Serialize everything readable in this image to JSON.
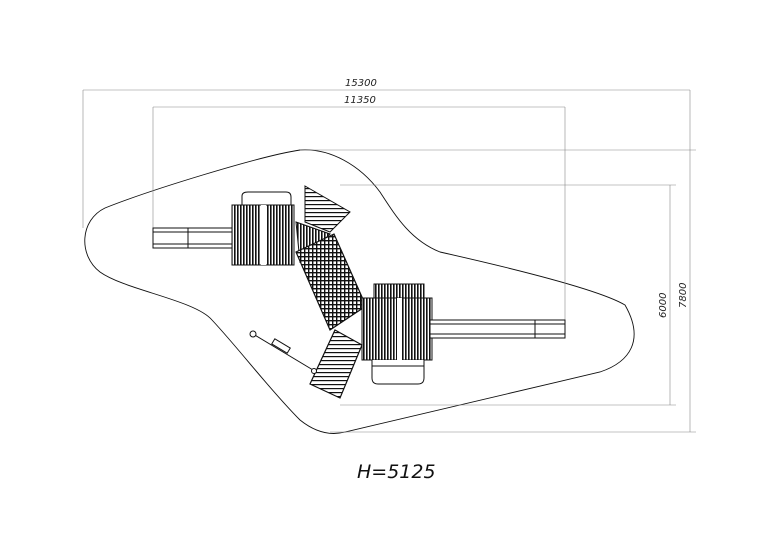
{
  "drawing": {
    "dimensions": {
      "overall_length": "15300",
      "structure_length": "11350",
      "structure_width": "6000",
      "overall_width": "7800"
    },
    "height_label": "H=5125"
  },
  "colors": {
    "line": "#111111",
    "dimension_line": "#777777",
    "background": "#ffffff"
  }
}
